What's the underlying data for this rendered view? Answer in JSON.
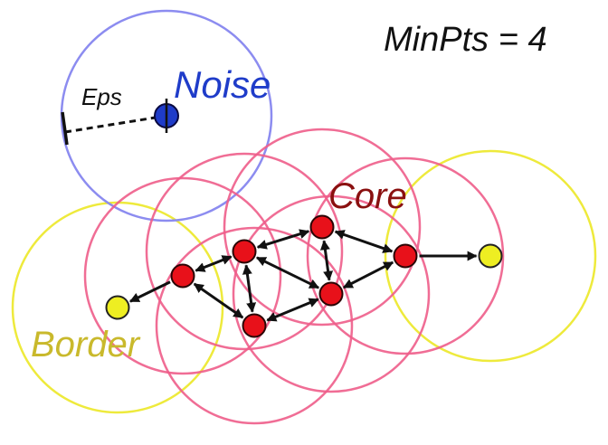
{
  "labels": {
    "minpts": "MinPts = 4",
    "noise": "Noise",
    "eps": "Eps",
    "core": "Core",
    "border": "Border"
  },
  "colors": {
    "noise": "#1f3cc9",
    "noise_circle": "#8c8cf0",
    "core": "#e8111a",
    "core_circle": "#ee5d8a",
    "core_label": "#8a1010",
    "border": "#eeee22",
    "border_circle": "#eeea3c",
    "border_label": "#c9b92c",
    "arrow": "#111111",
    "text": "#111111"
  },
  "points": {
    "noise": [
      {
        "id": "n1"
      }
    ],
    "core": [
      {
        "id": "c1"
      },
      {
        "id": "c2"
      },
      {
        "id": "c3"
      },
      {
        "id": "c4"
      },
      {
        "id": "c5"
      },
      {
        "id": "c6"
      }
    ],
    "border": [
      {
        "id": "b1"
      },
      {
        "id": "b2"
      }
    ]
  },
  "edges": [
    {
      "from": "c1",
      "to": "c2",
      "bidirectional": true
    },
    {
      "from": "c1",
      "to": "c4",
      "bidirectional": true
    },
    {
      "from": "c1",
      "to": "b1",
      "bidirectional": false
    },
    {
      "from": "c2",
      "to": "c3",
      "bidirectional": true
    },
    {
      "from": "c2",
      "to": "c4",
      "bidirectional": true
    },
    {
      "from": "c2",
      "to": "c5",
      "bidirectional": true
    },
    {
      "from": "c3",
      "to": "c5",
      "bidirectional": true
    },
    {
      "from": "c3",
      "to": "c6",
      "bidirectional": true
    },
    {
      "from": "c4",
      "to": "c5",
      "bidirectional": true
    },
    {
      "from": "c5",
      "to": "c6",
      "bidirectional": true
    },
    {
      "from": "c6",
      "to": "b2",
      "bidirectional": false
    }
  ]
}
